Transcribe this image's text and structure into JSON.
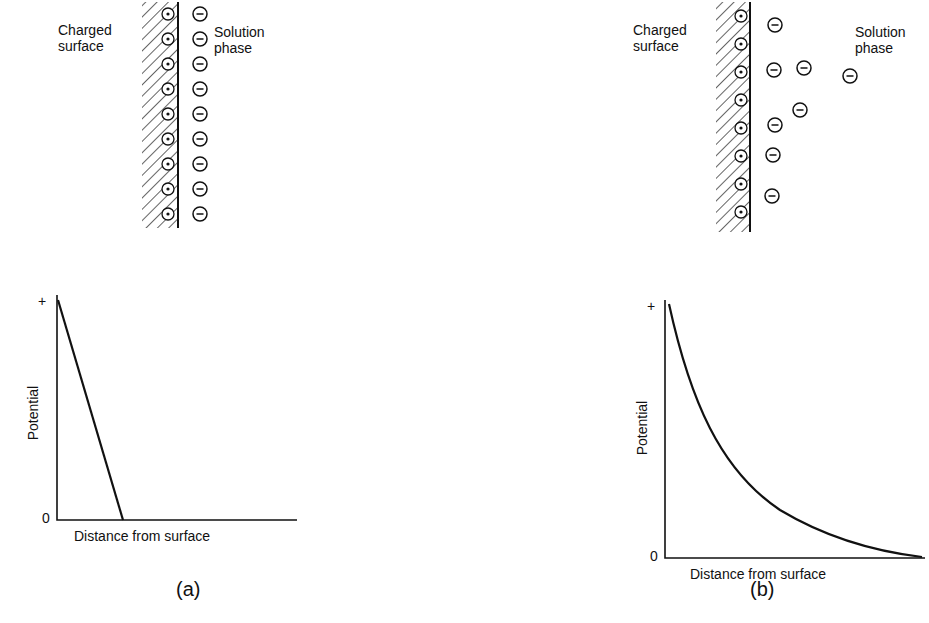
{
  "diagram": {
    "labels": [
      "Charged surface",
      "Solution phase",
      "Potential",
      "+",
      "0",
      "Distance from surface",
      "(a)",
      "Charged surface",
      "Solution phase",
      "Potential",
      "+",
      "0",
      "Distance from surface",
      "(b)"
    ]
  }
}
